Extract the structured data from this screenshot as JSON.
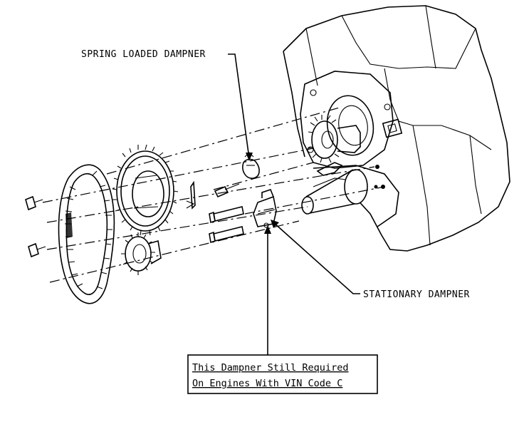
{
  "labels": {
    "spring_loaded": "SPRING LOADED DAMPNER",
    "stationary": "STATIONARY DAMPNER"
  },
  "note": {
    "line1": "This Dampner Still Required",
    "line2": "On Engines With VIN Code C"
  }
}
